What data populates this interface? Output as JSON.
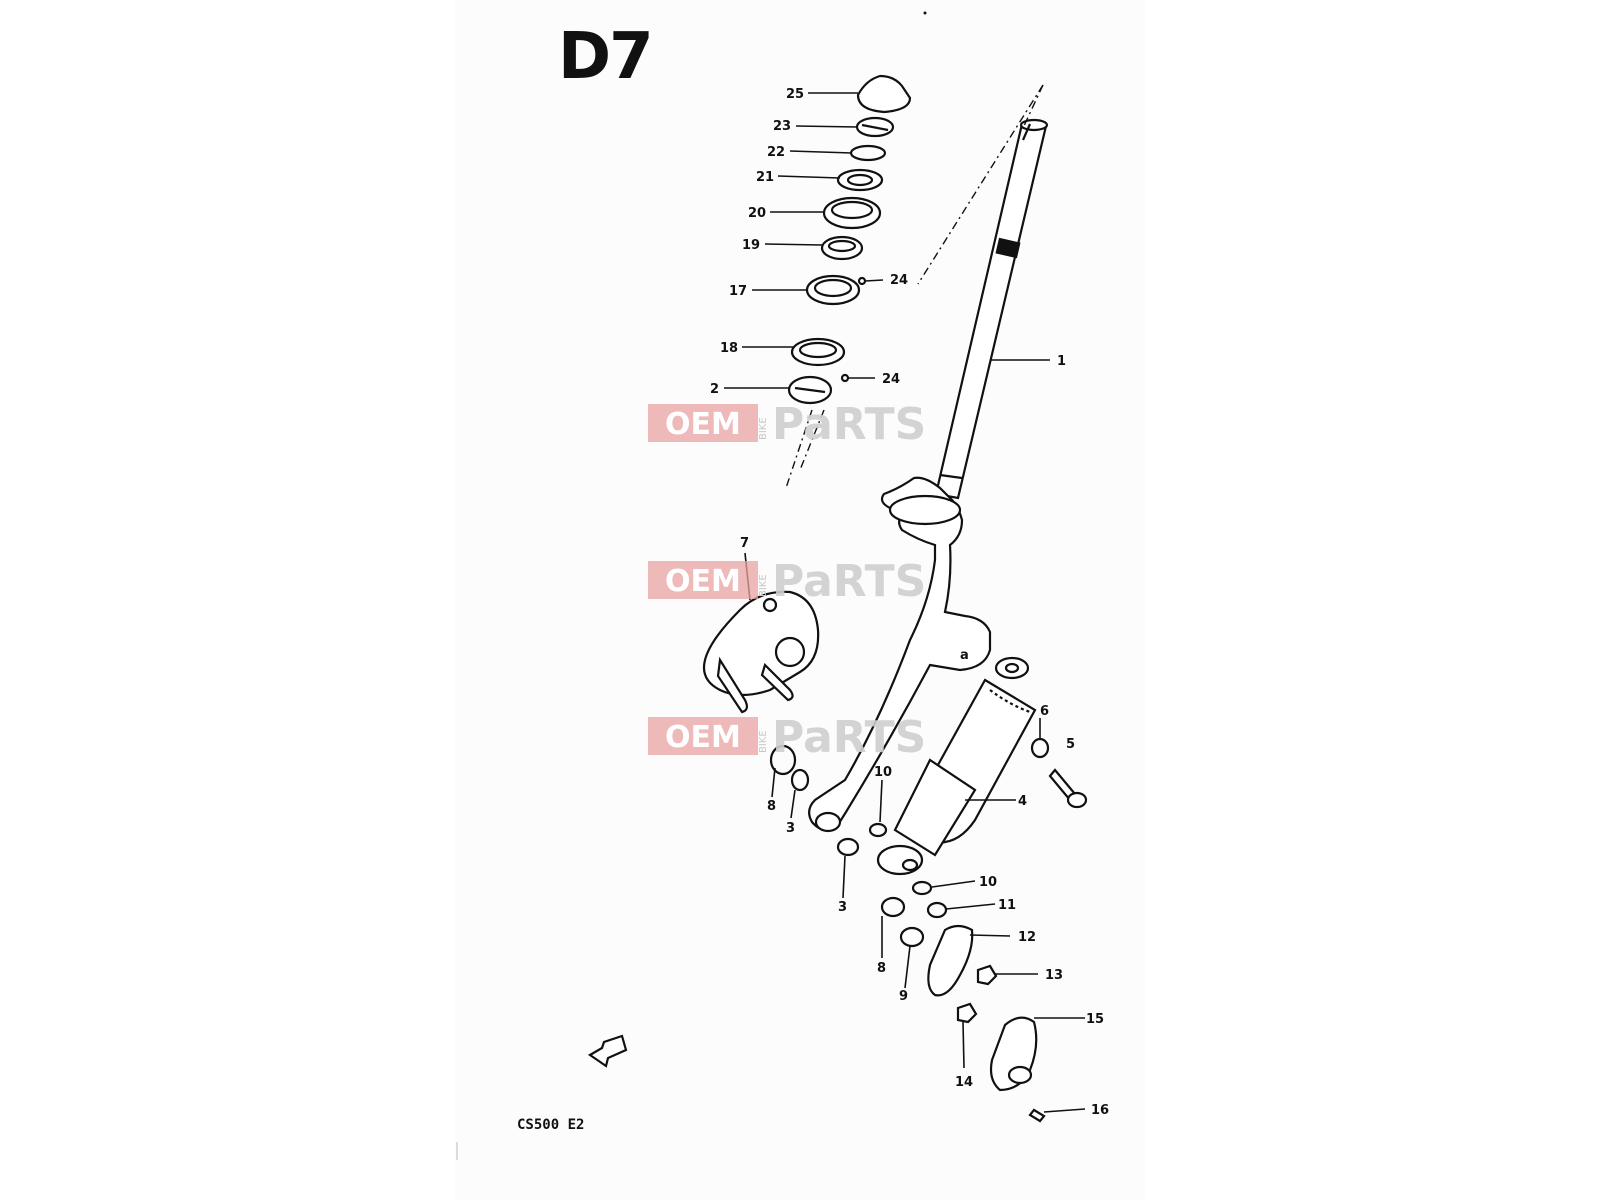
{
  "diagram": {
    "title": "D7",
    "caption": "CS500 E2",
    "watermark": {
      "oem": "OEM",
      "bike": "BIKE",
      "parts": "PaRTS"
    },
    "callouts": [
      {
        "id": "c25",
        "text": "25"
      },
      {
        "id": "c23",
        "text": "23"
      },
      {
        "id": "c22",
        "text": "22"
      },
      {
        "id": "c21",
        "text": "21"
      },
      {
        "id": "c20",
        "text": "20"
      },
      {
        "id": "c19",
        "text": "19"
      },
      {
        "id": "c24a",
        "text": "24"
      },
      {
        "id": "c17",
        "text": "17"
      },
      {
        "id": "c18",
        "text": "18"
      },
      {
        "id": "c1",
        "text": "1"
      },
      {
        "id": "c2",
        "text": "2"
      },
      {
        "id": "c24b",
        "text": "24"
      },
      {
        "id": "c7",
        "text": "7"
      },
      {
        "id": "c6",
        "text": "6"
      },
      {
        "id": "c5",
        "text": "5"
      },
      {
        "id": "c4",
        "text": "4"
      },
      {
        "id": "c10a",
        "text": "10"
      },
      {
        "id": "c8a",
        "text": "8"
      },
      {
        "id": "c3a",
        "text": "3"
      },
      {
        "id": "c3b",
        "text": "3"
      },
      {
        "id": "c10b",
        "text": "10"
      },
      {
        "id": "c11",
        "text": "11"
      },
      {
        "id": "c12",
        "text": "12"
      },
      {
        "id": "c8b",
        "text": "8"
      },
      {
        "id": "c9",
        "text": "9"
      },
      {
        "id": "c13",
        "text": "13"
      },
      {
        "id": "c15",
        "text": "15"
      },
      {
        "id": "c14",
        "text": "14"
      },
      {
        "id": "c16",
        "text": "16"
      }
    ]
  }
}
